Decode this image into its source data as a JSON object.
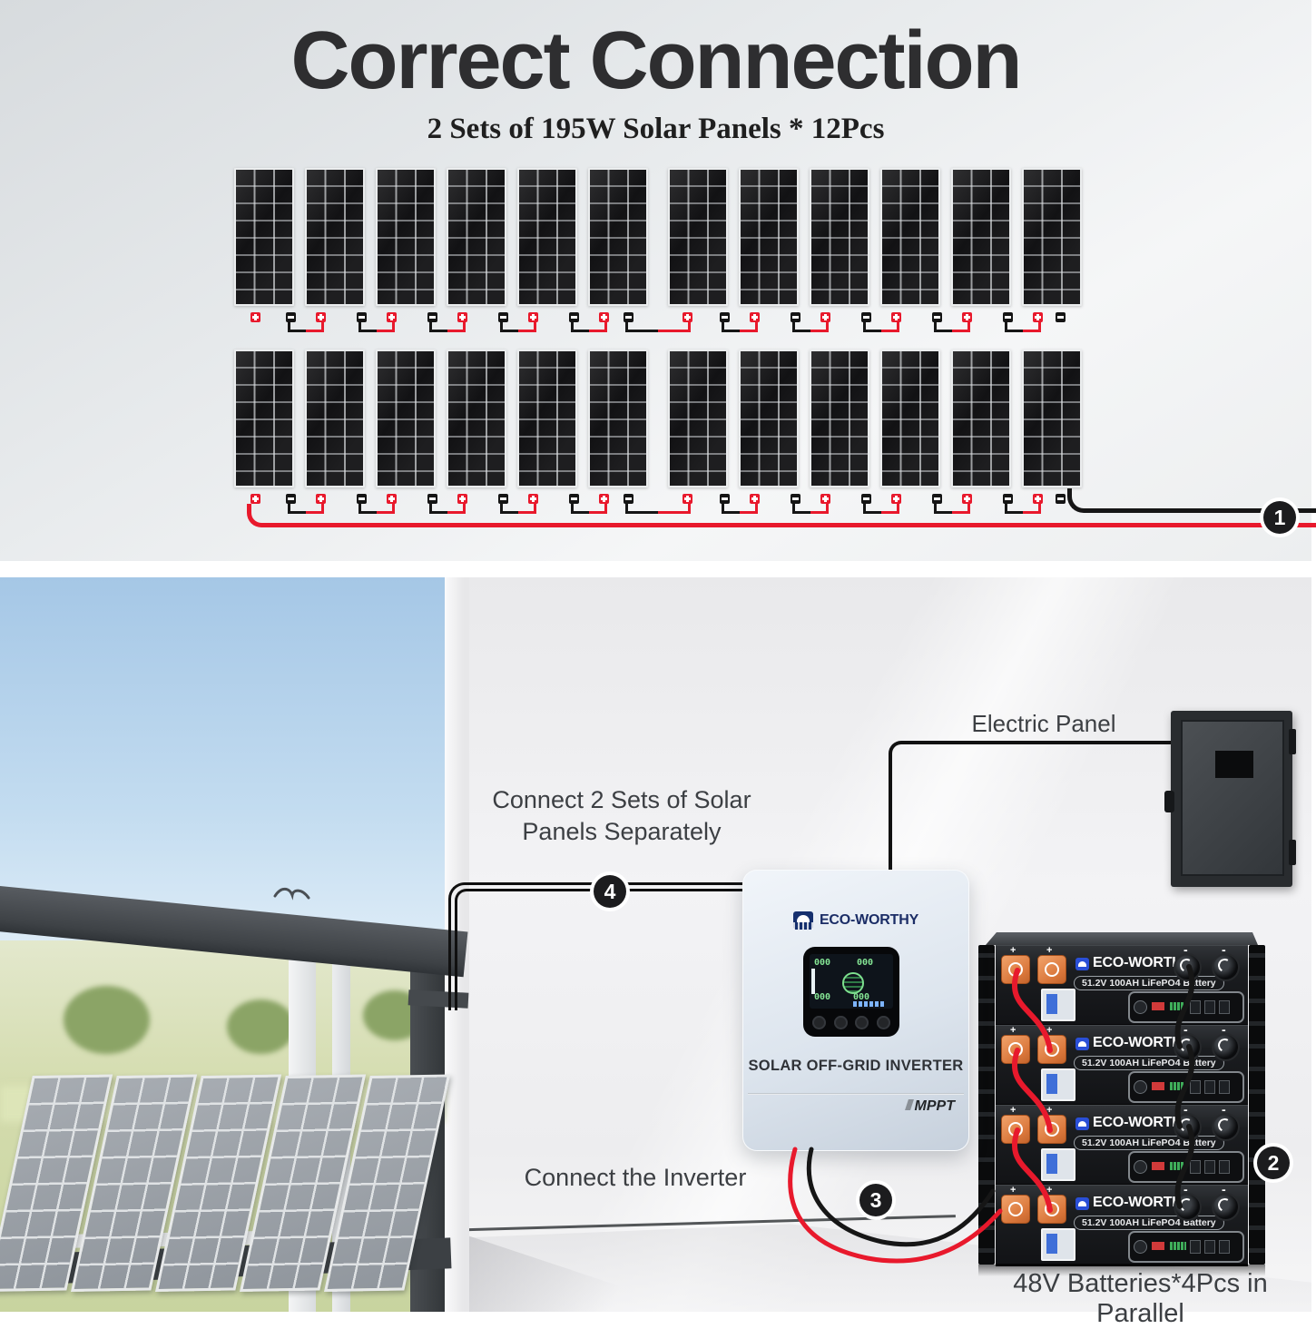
{
  "title": "Correct Connection",
  "subtitle": "2 Sets of 195W Solar Panels * 12Pcs",
  "badges": {
    "b1": "1",
    "b2": "2",
    "b3": "3",
    "b4": "4"
  },
  "labels": {
    "electric_panel": "Electric Panel",
    "connect_sets_line1": "Connect 2 Sets of Solar",
    "connect_sets_line2": "Panels Separately",
    "connect_inverter": "Connect the Inverter",
    "batteries_caption": "48V Batteries*4Pcs in Parallel"
  },
  "inverter": {
    "brand": "ECO-WORTHY",
    "name": "SOLAR OFF-GRID INVERTER",
    "tech": "MPPT",
    "lcd": {
      "tl": "000",
      "tr": "000",
      "bl": "000",
      "br": "000"
    }
  },
  "battery": {
    "brand": "ECO-WORTHY",
    "model": "51.2V 100AH LiFePO4 Battery",
    "count": 4,
    "terminal_plus": "+",
    "terminal_minus": "-"
  },
  "solar_array": {
    "rows": 2,
    "panels_per_row": 12,
    "groups_per_row": 2,
    "panels_per_group": 6,
    "panel_watts": "195W"
  },
  "colors": {
    "wire_red": "#e8192c",
    "wire_black": "#161616",
    "badge_bg": "#1c1c1e",
    "brand_navy": "#1b2d66",
    "battery_orange": "#e0813f"
  }
}
